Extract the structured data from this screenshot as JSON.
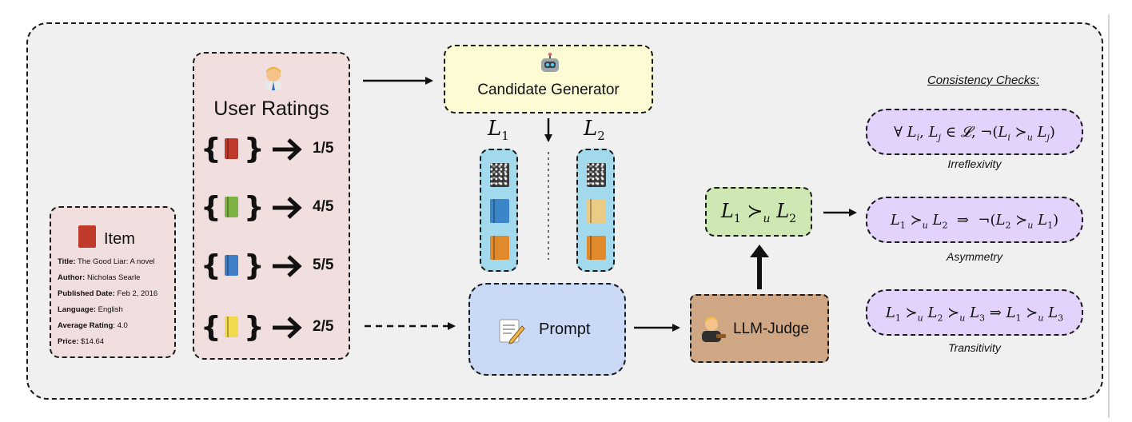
{
  "item": {
    "title": "Item",
    "rows": [
      {
        "label": "Title:",
        "value": "The Good Liar: A novel"
      },
      {
        "label": "Author:",
        "value": "Nicholas Searle"
      },
      {
        "label": "Published Date:",
        "value": "Feb 2, 2016"
      },
      {
        "label": "Language:",
        "value": "English"
      },
      {
        "label": "Average Rating",
        "value": ": 4.0"
      },
      {
        "label": "Price:",
        "value": "$14.64"
      }
    ]
  },
  "ratings": {
    "title": "User Ratings",
    "rows": [
      {
        "value": "1/5",
        "book_color": "#c0392b"
      },
      {
        "value": "4/5",
        "book_color": "#7cb342"
      },
      {
        "value": "5/5",
        "book_color": "#3f7fc6"
      },
      {
        "value": "2/5",
        "book_color": "#f2d94e"
      }
    ]
  },
  "generator": {
    "label": "Candidate Generator"
  },
  "lists": {
    "l1": {
      "name": "L",
      "sub": "1",
      "books": [
        "marble",
        "#3a86c8",
        "#e08a2c"
      ]
    },
    "l2": {
      "name": "L",
      "sub": "2",
      "books": [
        "marble",
        "#eccb85",
        "#e08a2c"
      ]
    }
  },
  "prompt": {
    "label": "Prompt"
  },
  "judge": {
    "label": "LLM-Judge"
  },
  "preference": {
    "left": "L",
    "left_sub": "1",
    "rel": "≻",
    "rel_sub": "u",
    "right": "L",
    "right_sub": "2"
  },
  "consistency": {
    "title": "Consistency Checks:",
    "checks": [
      {
        "name": "Irreflexivity"
      },
      {
        "name": "Asymmetry"
      },
      {
        "name": "Transitivity"
      }
    ]
  },
  "colors": {
    "item_bg": "#f1dede",
    "generator_bg": "#fdfbd4",
    "list_bg": "#a3d9ec",
    "prompt_bg": "#cad9f6",
    "judge_bg": "#cfa784",
    "pref_bg": "#cde8b3",
    "check_bg": "#e3d2fb"
  }
}
